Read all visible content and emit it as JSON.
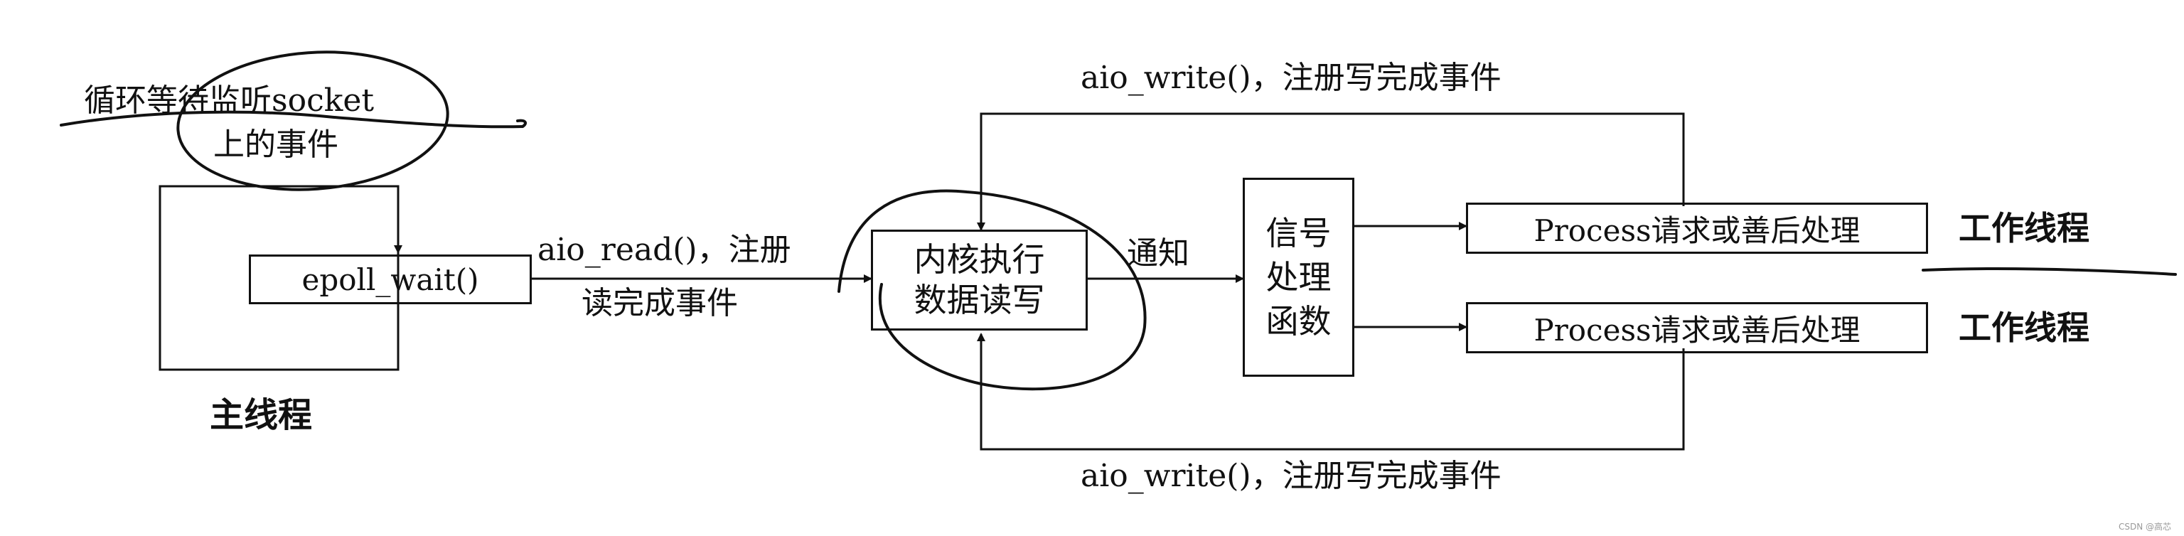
{
  "main_thread": {
    "loop_label_line1": "循环等待监听socket",
    "loop_label_line2": "上的事件",
    "epoll_box": "epoll_wait()",
    "caption": "主线程"
  },
  "edges": {
    "aio_read_line1": "aio_read()，注册",
    "aio_read_line2": "读完成事件",
    "notify": "通知",
    "aio_write_top": "aio_write()，注册写完成事件",
    "aio_write_bottom": "aio_write()，注册写完成事件"
  },
  "kernel_box": {
    "line1": "内核执行",
    "line2": "数据读写"
  },
  "signal_box": {
    "line1": "信号",
    "line2": "处理",
    "line3": "函数"
  },
  "workers": [
    {
      "process": "Process请求或善后处理",
      "label": "工作线程"
    },
    {
      "process": "Process请求或善后处理",
      "label": "工作线程"
    }
  ],
  "watermark": "CSDN @高芯"
}
